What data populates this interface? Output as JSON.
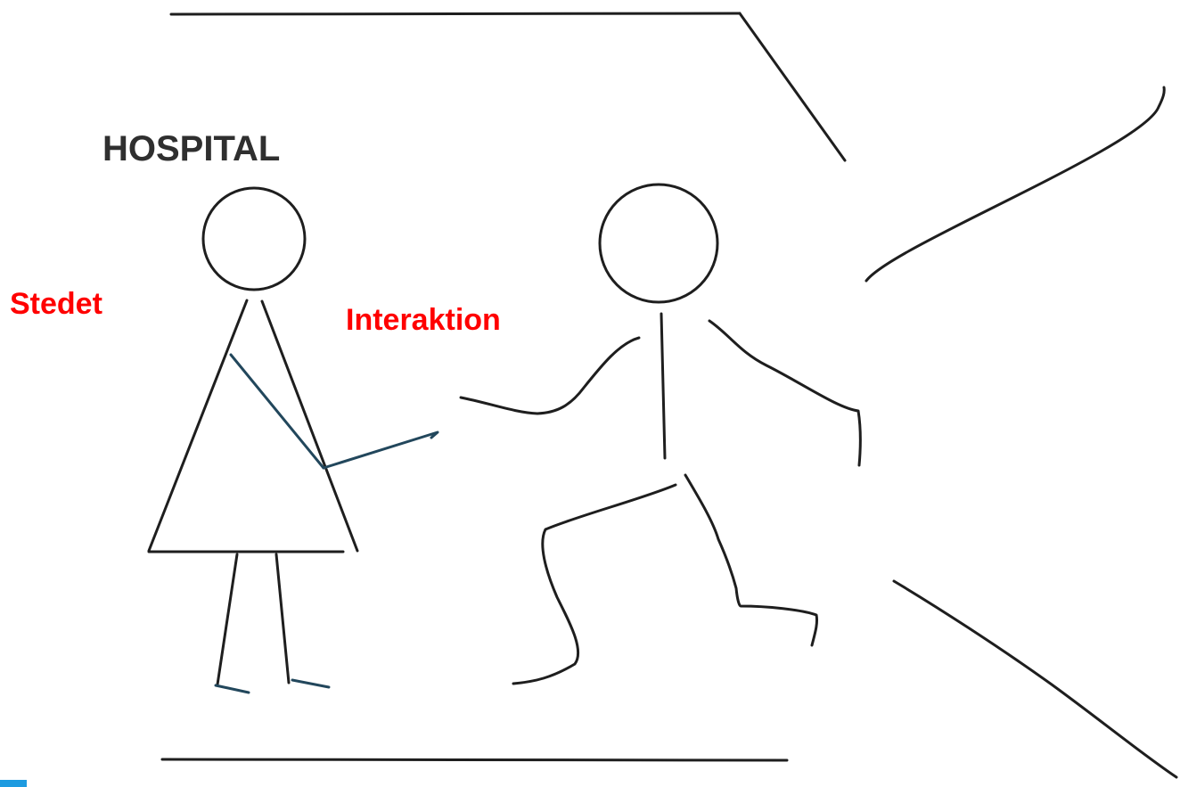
{
  "labels": {
    "hospital": "HOSPITAL",
    "place": "Stedet",
    "interaction": "Interaktion"
  },
  "colors": {
    "background": "#ffffff",
    "line": "#1e1e1e",
    "figure_accent": "#22475c",
    "title_text": "#2f2f2f",
    "highlight_text": "#ff0000",
    "corner_mark": "#1e9be0"
  }
}
